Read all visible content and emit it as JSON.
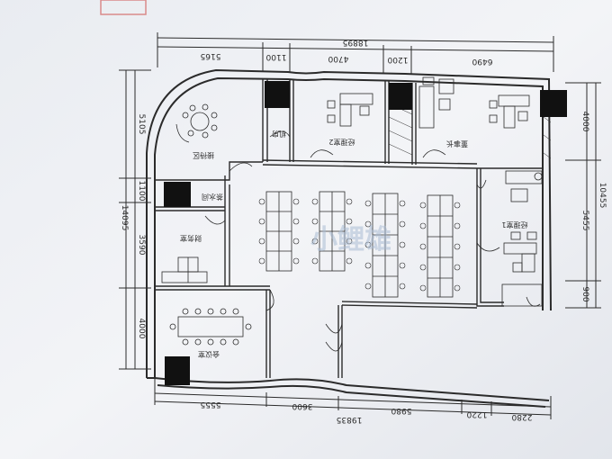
{
  "dims": {
    "top": {
      "total": "18895",
      "segments": [
        "5165",
        "1100",
        "4700",
        "1200",
        "6490"
      ]
    },
    "bottom": {
      "total": "19835",
      "segments": [
        "5555",
        "3600",
        "5980",
        "1220",
        "2280"
      ]
    },
    "left": {
      "total": "14095",
      "segments": [
        "5105",
        "1100",
        "3590",
        "4000"
      ]
    },
    "right": {
      "total": "10455",
      "segments": [
        "4000",
        "5455",
        "900"
      ]
    }
  },
  "rooms": {
    "reception": "接待区",
    "storage": "机房",
    "manager_office_2": "经理室2",
    "chairman_office": "董事长",
    "manager_office_1": "经理室1",
    "pantry": "茶水间",
    "finance": "财务室",
    "meeting": "会议室"
  },
  "watermark": "小鲤雄"
}
